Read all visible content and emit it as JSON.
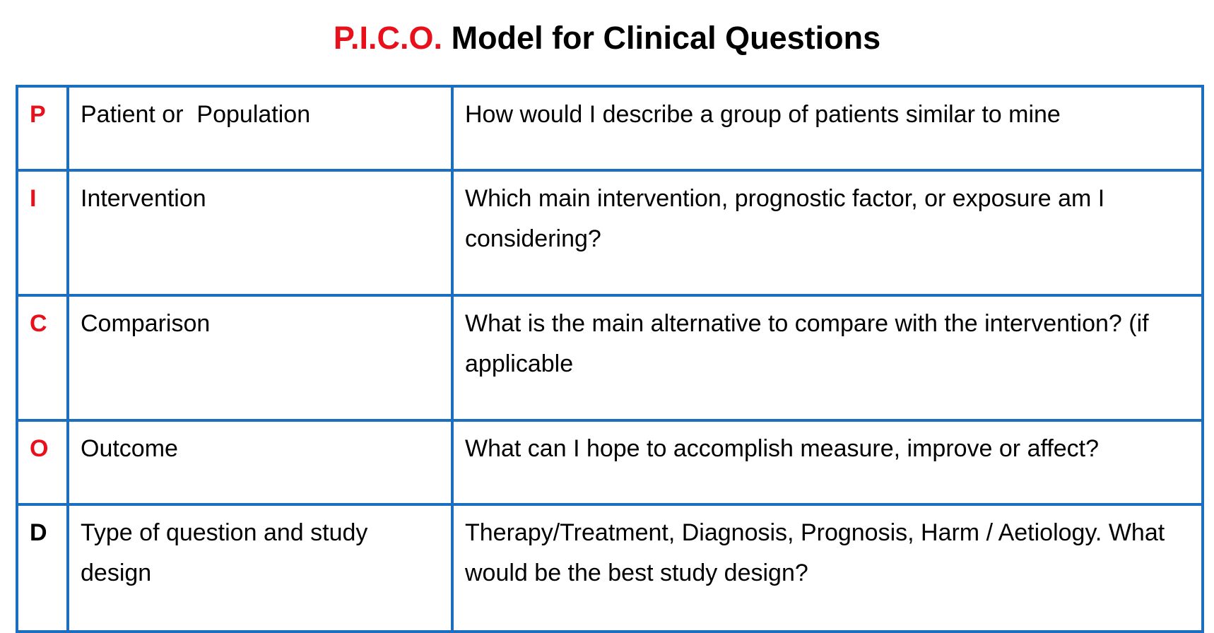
{
  "title": {
    "acronym": "P.I.C.O.",
    "rest": "Model for Clinical Questions"
  },
  "colors": {
    "acronym": "#e8111b",
    "border": "#1c6fc0",
    "text": "#000000"
  },
  "rows": [
    {
      "letter": "P",
      "letter_color": "#e8111b",
      "term": "Patient or  Population",
      "question": "How would I describe a group of patients similar to mine"
    },
    {
      "letter": "I",
      "letter_color": "#e8111b",
      "term": "Intervention",
      "question": "Which main intervention, prognostic factor, or exposure am I considering?"
    },
    {
      "letter": "C",
      "letter_color": "#e8111b",
      "term": "Comparison",
      "question": "What is the main alternative to compare with the intervention? (if applicable"
    },
    {
      "letter": "O",
      "letter_color": "#e8111b",
      "term": "Outcome",
      "question": "What can I hope to accomplish measure, improve or affect?"
    },
    {
      "letter": "D",
      "letter_color": "#000000",
      "term": "Type of question and study design",
      "question": "Therapy/Treatment, Diagnosis, Prognosis, Harm / Aetiology. What would be the best study design?"
    }
  ]
}
